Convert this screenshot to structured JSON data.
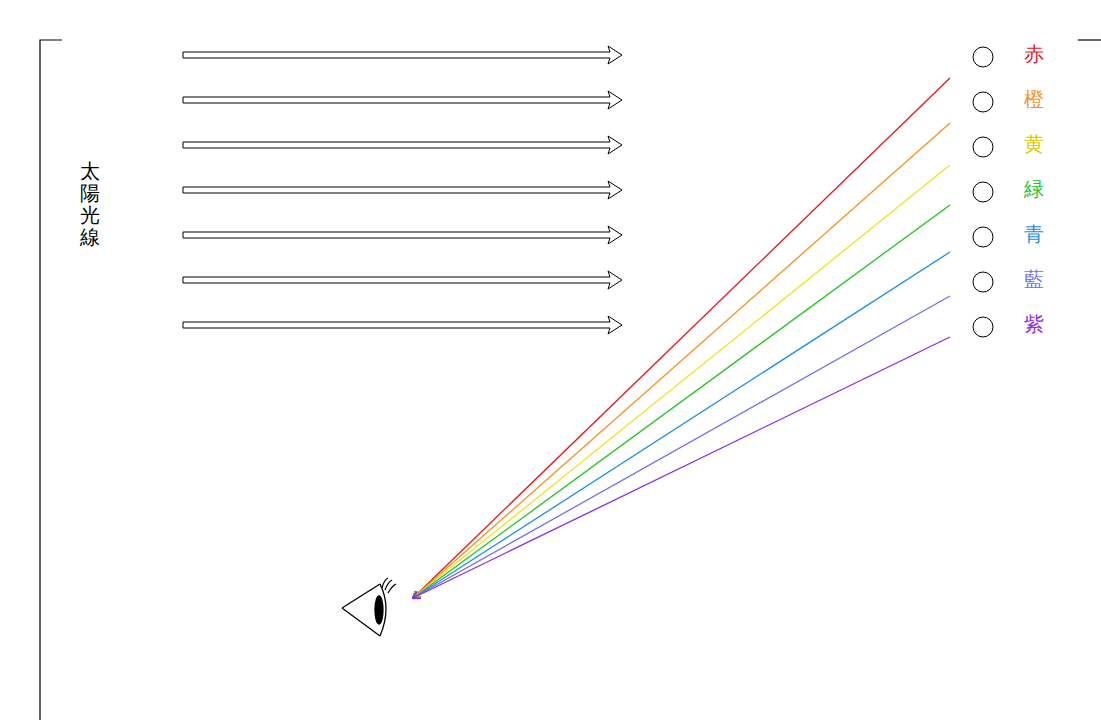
{
  "diagram": {
    "labels": [
      "太陽光線",
      "赤",
      "橙",
      "黄",
      "緑",
      "青",
      "藍",
      "紫"
    ]
  }
}
